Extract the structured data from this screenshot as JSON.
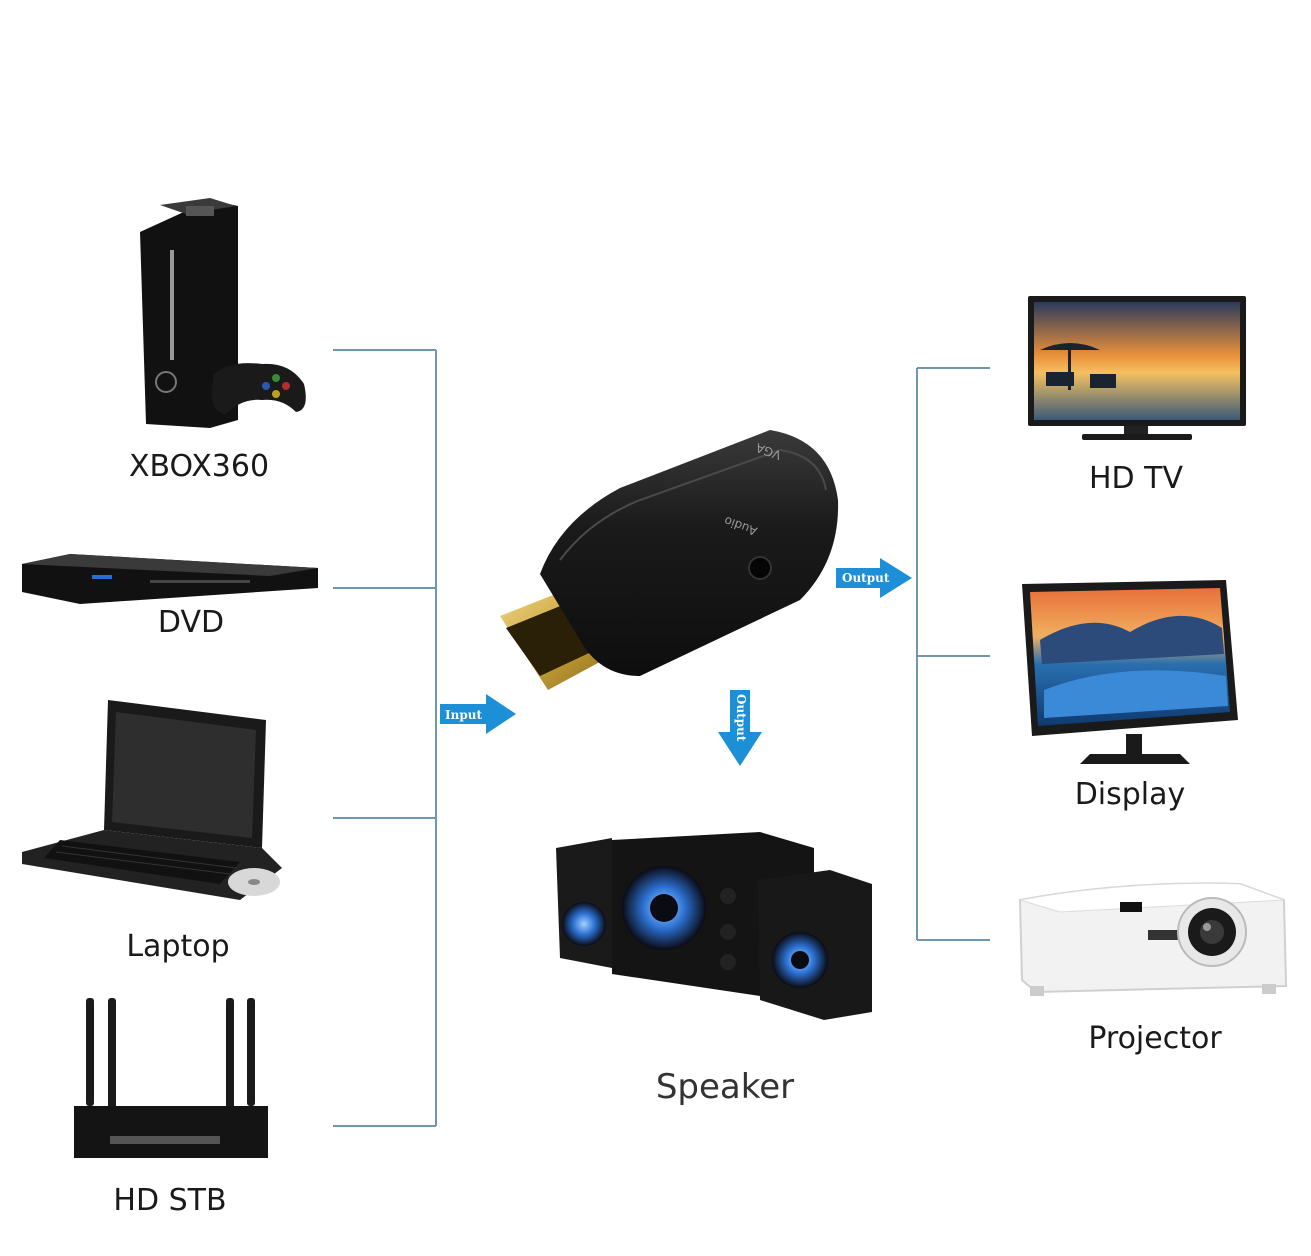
{
  "diagram": {
    "inputs": [
      "XBOX360",
      "DVD",
      "Laptop",
      "HD STB"
    ],
    "outputs": [
      "HD TV",
      "Display",
      "Projector"
    ],
    "audio_output": "Speaker",
    "arrows": {
      "input": "Input",
      "output_right": "Output",
      "output_down": "Output"
    },
    "adapter": {
      "port_vga": "VGA",
      "port_audio": "Audio"
    },
    "colors": {
      "line": "#6f97ad",
      "arrow": "#1d8fd6",
      "device": "#151515",
      "adapter_body": "#1b1b1b",
      "hdmi_gold": "#c9a23a"
    }
  }
}
